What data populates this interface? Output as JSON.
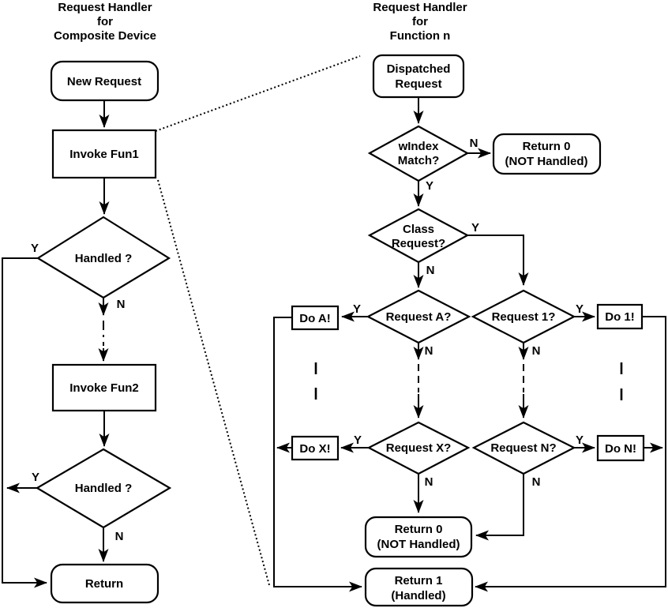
{
  "diagram": {
    "background_color": "#ffffff",
    "line_color": "#000000",
    "text_color": "#000000"
  },
  "left_chart": {
    "title_lines": [
      "Request Handler",
      "for",
      "Composite Device"
    ],
    "nodes": {
      "new_request": {
        "label": "New Request"
      },
      "invoke_fun1": {
        "label": "Invoke Fun1"
      },
      "handled_1": {
        "label": "Handled ?"
      },
      "invoke_fun2": {
        "label": "Invoke Fun2"
      },
      "handled_2": {
        "label": "Handled ?"
      },
      "return": {
        "label": "Return"
      }
    },
    "branch_labels": {
      "handled_1_yes": "Y",
      "handled_1_no": "N",
      "handled_2_yes": "Y",
      "handled_2_no": "N"
    }
  },
  "right_chart": {
    "title_lines": [
      "Request Handler",
      "for",
      "Function n"
    ],
    "nodes": {
      "dispatched_request": {
        "lines": [
          "Dispatched",
          "Request"
        ]
      },
      "windex_match": {
        "lines": [
          "wIndex",
          "Match?"
        ]
      },
      "return_0_top": {
        "lines": [
          "Return 0",
          "(NOT Handled)"
        ]
      },
      "class_request": {
        "lines": [
          "Class",
          "Request?"
        ]
      },
      "request_a": {
        "label": "Request A?"
      },
      "do_a": {
        "label": "Do A!"
      },
      "request_1": {
        "label": "Request 1?"
      },
      "do_1": {
        "label": "Do 1!"
      },
      "request_x": {
        "label": "Request X?"
      },
      "do_x": {
        "label": "Do X!"
      },
      "request_n": {
        "label": "Request N?"
      },
      "do_n": {
        "label": "Do N!"
      },
      "return_0_bottom": {
        "lines": [
          "Return 0",
          "(NOT Handled)"
        ]
      },
      "return_1": {
        "lines": [
          "Return 1",
          "(Handled)"
        ]
      }
    },
    "branch_labels": {
      "windex_no": "N",
      "windex_yes": "Y",
      "class_yes": "Y",
      "class_no": "N",
      "request_a_yes": "Y",
      "request_a_no": "N",
      "request_1_yes": "Y",
      "request_1_no": "N",
      "request_x_yes": "Y",
      "request_x_no": "N",
      "request_n_yes": "Y",
      "request_n_no": "N"
    }
  }
}
